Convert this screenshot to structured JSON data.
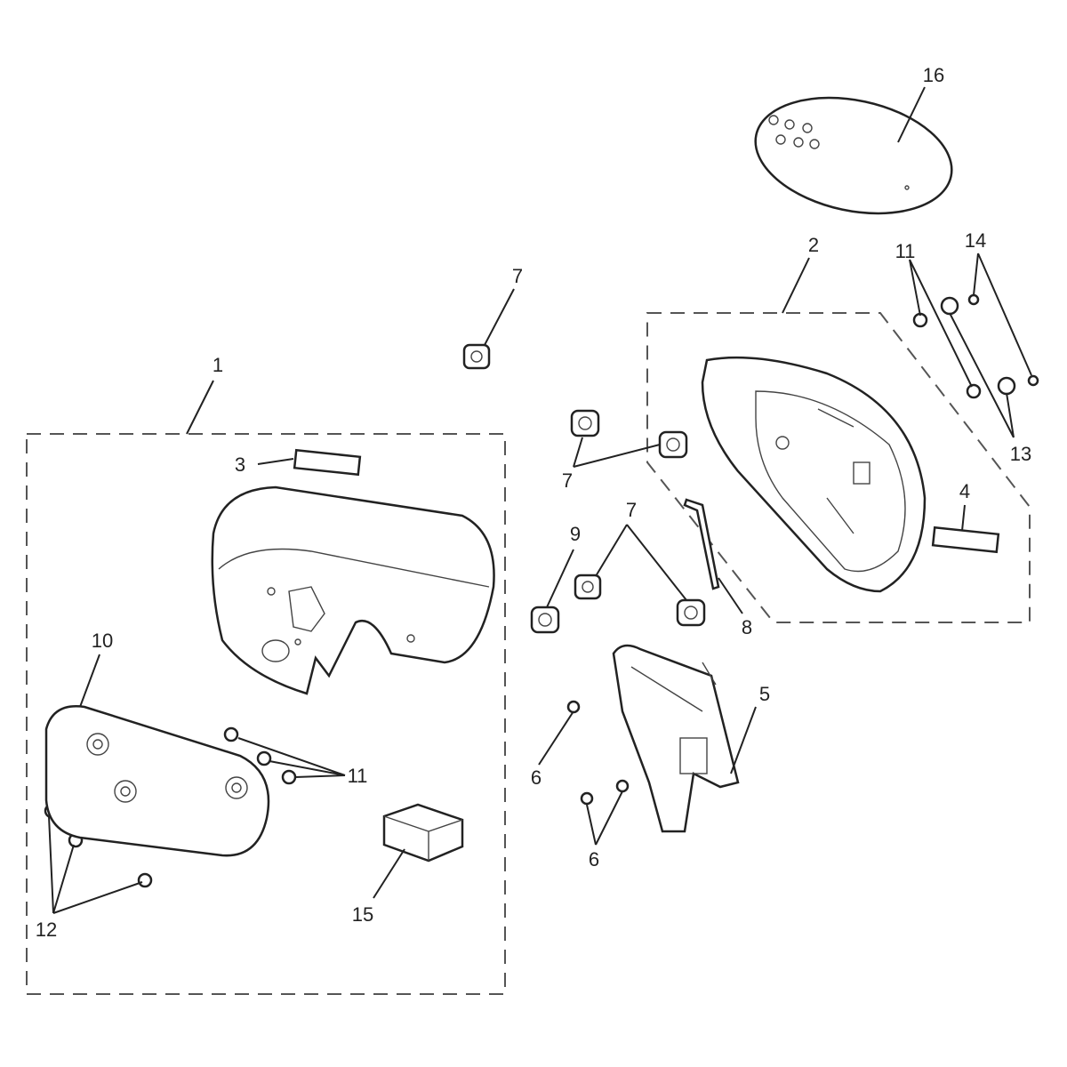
{
  "diagram": {
    "type": "exploded-parts-diagram",
    "callouts": [
      "16",
      "2",
      "11",
      "14",
      "7",
      "1",
      "3",
      "13",
      "7",
      "4",
      "7",
      "9",
      "8",
      "10",
      "5",
      "11",
      "6",
      "6",
      "12",
      "15"
    ]
  }
}
